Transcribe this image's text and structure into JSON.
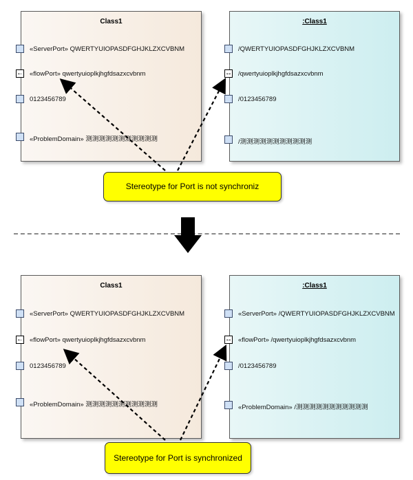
{
  "top": {
    "left_class": {
      "title": "Class1",
      "ports": [
        {
          "label": "«ServerPort» QWERTYUIOPASDFGHJKLZXCVBNM",
          "icon": "plain"
        },
        {
          "label": "«flowPort» qwertyuioplkjhgfdsazxcvbnm",
          "icon": "←"
        },
        {
          "label": "0123456789",
          "icon": "plain"
        },
        {
          "label": "«ProblemDomain» 测测测测测测测测测测测",
          "icon": "plain"
        }
      ]
    },
    "right_class": {
      "title": ":Class1",
      "ports": [
        {
          "label": "/QWERTYUIOPASDFGHJKLZXCVBNM",
          "icon": "plain"
        },
        {
          "label": "/qwertyuioplkjhgfdsazxcvbnm",
          "icon": "↔"
        },
        {
          "label": "/0123456789",
          "icon": "plain"
        },
        {
          "label": "/测测测测测测测测测测测",
          "icon": "plain"
        }
      ]
    },
    "note": "Stereotype for Port is not synchroniz"
  },
  "bottom": {
    "left_class": {
      "title": "Class1",
      "ports": [
        {
          "label": "«ServerPort» QWERTYUIOPASDFGHJKLZXCVBNM",
          "icon": "plain"
        },
        {
          "label": "«flowPort» qwertyuioplkjhgfdsazxcvbnm",
          "icon": "←"
        },
        {
          "label": "0123456789",
          "icon": "plain"
        },
        {
          "label": "«ProblemDomain» 测测测测测测测测测测测",
          "icon": "plain"
        }
      ]
    },
    "right_class": {
      "title": ":Class1",
      "ports": [
        {
          "label": "«ServerPort» /QWERTYUIOPASDFGHJKLZXCVBNM",
          "icon": "plain"
        },
        {
          "label": "«flowPort» /qwertyuioplkjhgfdsazxcvbnm",
          "icon": "↔"
        },
        {
          "label": "/0123456789",
          "icon": "plain"
        },
        {
          "label": "«ProblemDomain» /测测测测测测测测测测测",
          "icon": "plain"
        }
      ]
    },
    "note": "Stereotype for Port is synchronized"
  },
  "colors": {
    "note_fill": "#ffff00",
    "class_fill": "#f5e9dc",
    "instance_fill": "#cdeef0",
    "port_fill": "#cfe0f5"
  }
}
